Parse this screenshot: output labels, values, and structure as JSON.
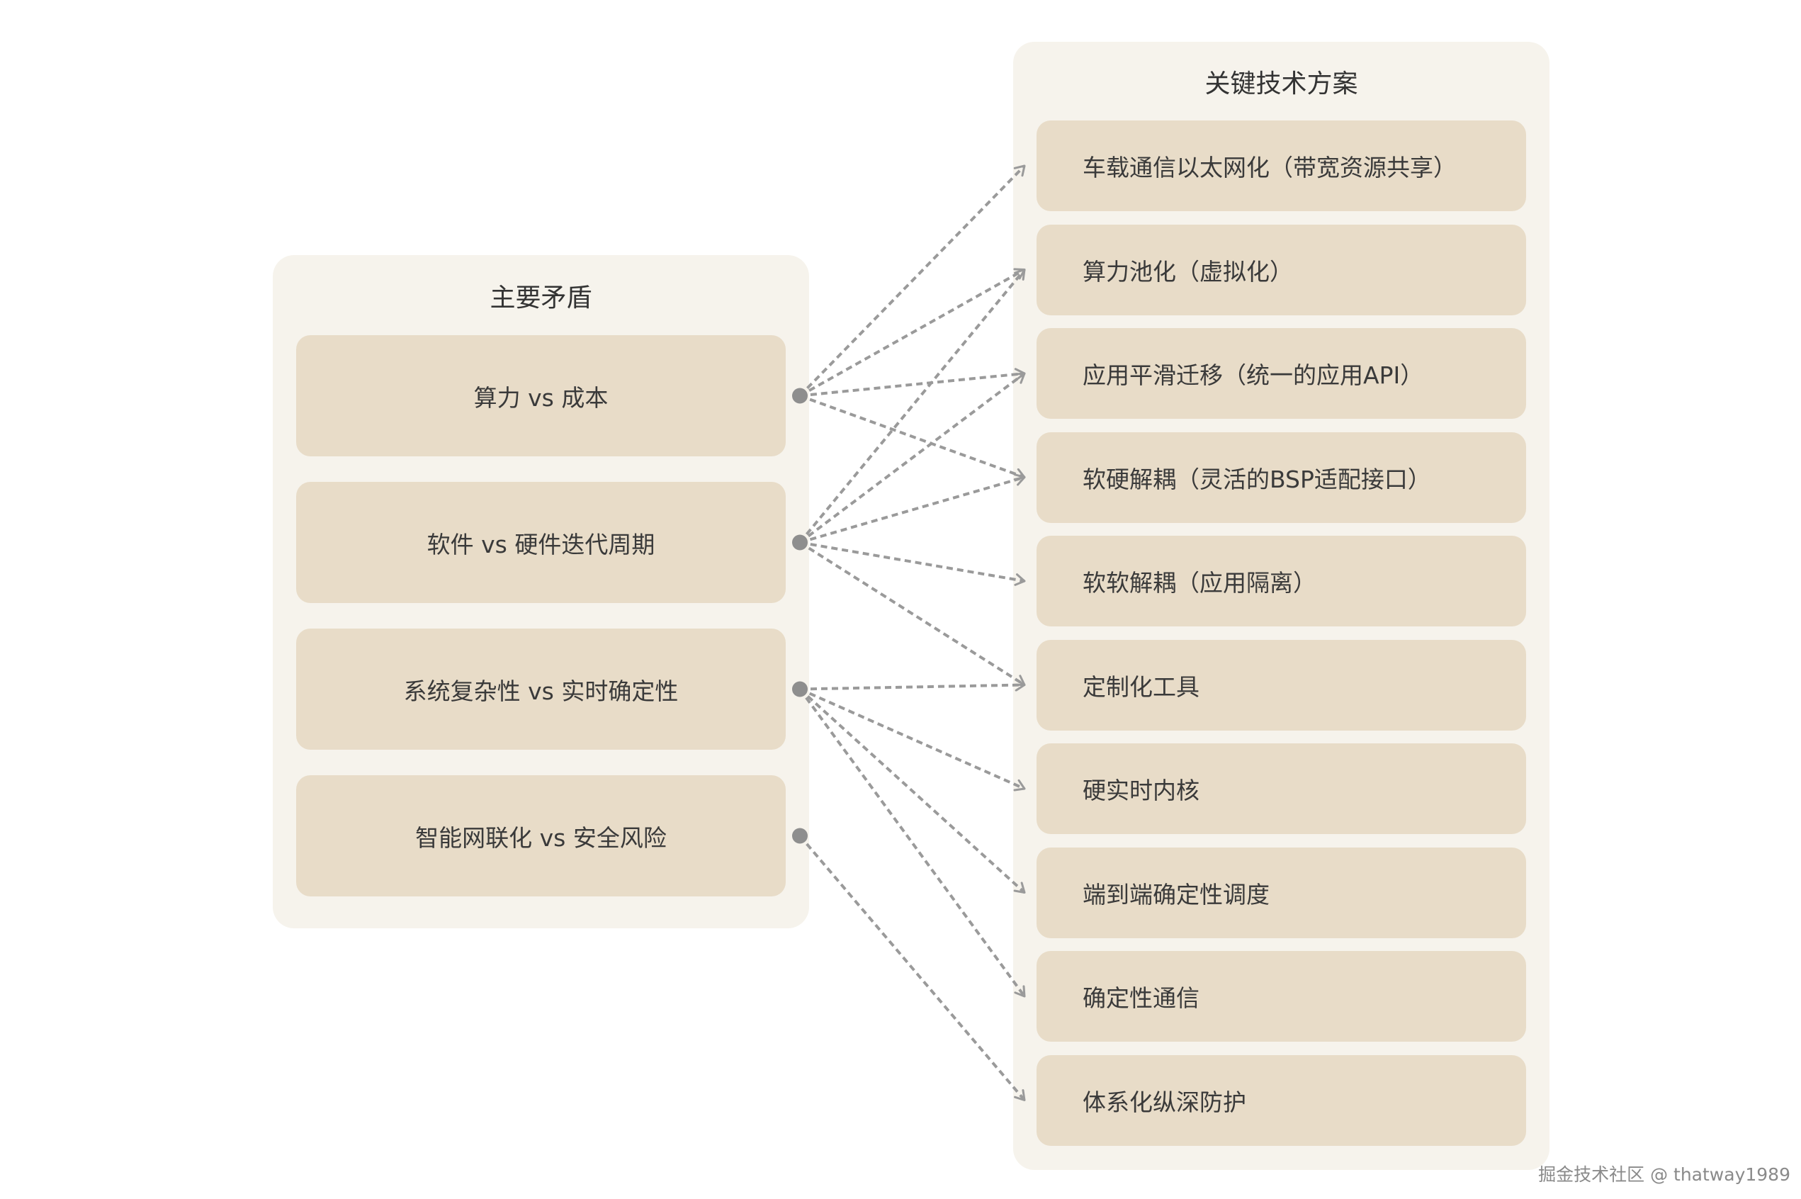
{
  "conflicts": {
    "title": "主要矛盾",
    "items": [
      {
        "label": "算力 vs 成本"
      },
      {
        "label": "软件 vs 硬件迭代周期"
      },
      {
        "label": "系统复杂性 vs 实时确定性"
      },
      {
        "label": "智能网联化 vs 安全风险"
      }
    ]
  },
  "solutions": {
    "title": "关键技术方案",
    "items": [
      {
        "label": "车载通信以太网化（带宽资源共享）"
      },
      {
        "label": "算力池化（虚拟化）"
      },
      {
        "label": "应用平滑迁移（统一的应用API）"
      },
      {
        "label": "软硬解耦（灵活的BSP适配接口）"
      },
      {
        "label": "软软解耦（应用隔离）"
      },
      {
        "label": "定制化工具"
      },
      {
        "label": "硬实时内核"
      },
      {
        "label": "端到端确定性调度"
      },
      {
        "label": "确定性通信"
      },
      {
        "label": "体系化纵深防护"
      }
    ]
  },
  "links": [
    {
      "from": 0,
      "to": [
        0,
        1,
        2,
        3
      ]
    },
    {
      "from": 1,
      "to": [
        1,
        2,
        3,
        4,
        5
      ]
    },
    {
      "from": 2,
      "to": [
        5,
        6,
        7,
        8
      ]
    },
    {
      "from": 3,
      "to": [
        9
      ]
    }
  ],
  "connector_style": "dashed-arrow",
  "colors": {
    "background": "#ffffff",
    "panel": "#f6f3ec",
    "item": "#e8dcc8",
    "text": "#3a3a3a",
    "connector": "#9a9a9a",
    "dot": "#8e8e8e"
  },
  "watermark": "掘金技术社区 @ thatway1989"
}
